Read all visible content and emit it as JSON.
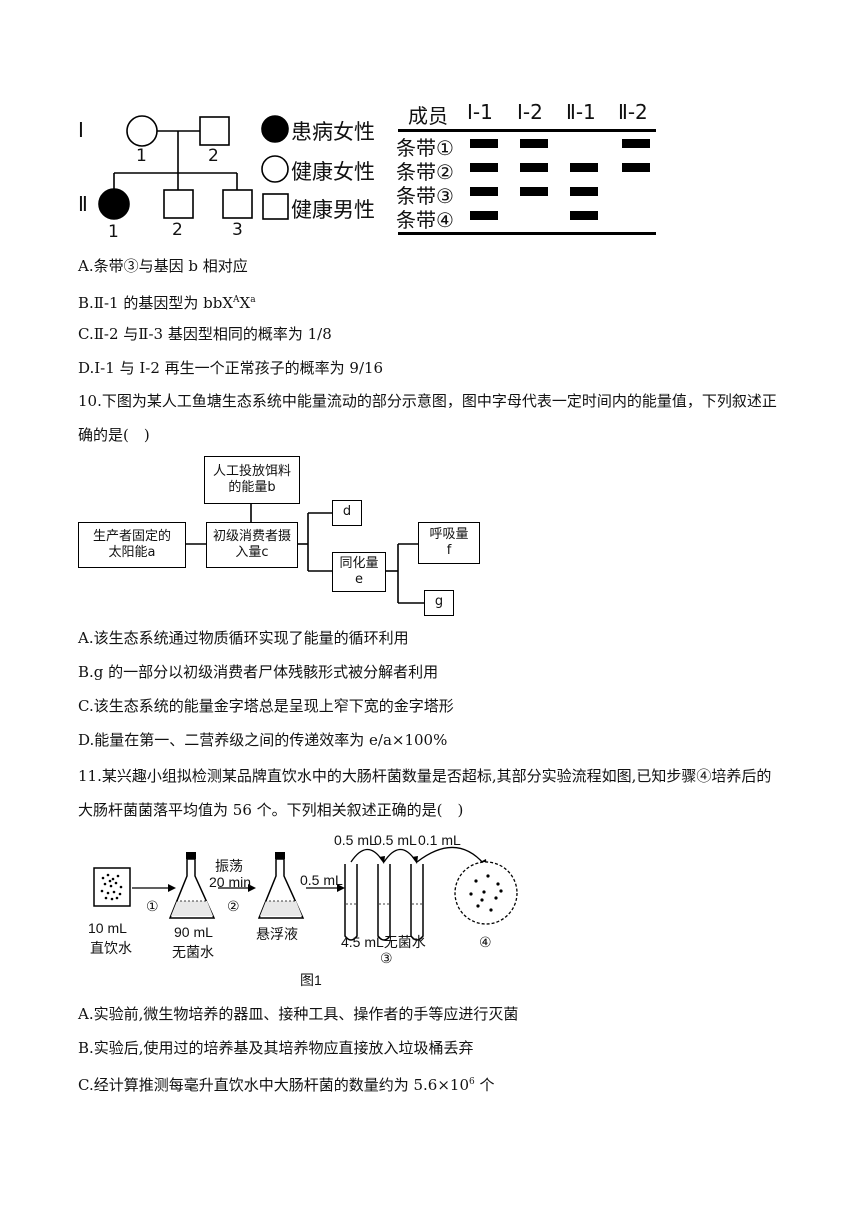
{
  "pedigree": {
    "gen1": "Ⅰ",
    "gen2": "Ⅱ",
    "num_I1": "1",
    "num_I2": "2",
    "num_II1": "1",
    "num_II2": "2",
    "num_II3": "3",
    "legend": [
      "患病女性",
      "健康女性",
      "健康男性"
    ]
  },
  "band_table": {
    "header_label": "成员",
    "members": [
      "Ⅰ-1",
      "Ⅰ-2",
      "Ⅱ-1",
      "Ⅱ-2"
    ],
    "rows": [
      {
        "label": "条带①",
        "present": [
          true,
          true,
          false,
          true
        ]
      },
      {
        "label": "条带②",
        "present": [
          true,
          true,
          true,
          true
        ]
      },
      {
        "label": "条带③",
        "present": [
          true,
          true,
          true,
          false
        ]
      },
      {
        "label": "条带④",
        "present": [
          true,
          false,
          true,
          false
        ]
      }
    ]
  },
  "q9": {
    "optA": "A.条带③与基因 b 相对应",
    "optB_pre": "B.Ⅱ-1 的基因型为 bbX",
    "optB_sup1": "A",
    "optB_mid": "X",
    "optB_sup2": "a",
    "optC": "C.Ⅱ-2 与Ⅱ-3 基因型相同的概率为 1/8",
    "optD": "D.I-1 与 I-2 再生一个正常孩子的概率为 9/16"
  },
  "q10": {
    "stem": "10.下图为某人工鱼塘生态系统中能量流动的部分示意图，图中字母代表一定时间内的能量值，下列叙述正确的是(　)",
    "diagram": {
      "b": "人工投放饵料的能量b",
      "a": "生产者固定的太阳能a",
      "c": "初级消费者摄入量c",
      "d": "d",
      "e_top": "同化量",
      "e_bot": "e",
      "f_top": "呼吸量",
      "f_bot": "f",
      "g": "g"
    },
    "optA": "A.该生态系统通过物质循环实现了能量的循环利用",
    "optB": "B.g 的一部分以初级消费者尸体残骸形式被分解者利用",
    "optC": "C.该生态系统的能量金字塔总是呈现上窄下宽的金字塔形",
    "optD": "D.能量在第一、二营养级之间的传递效率为 e/a×100%"
  },
  "q11": {
    "stem": "11.某兴趣小组拟检测某品牌直饮水中的大肠杆菌数量是否超标,其部分实验流程如图,已知步骤④培养后的大肠杆菌菌落平均值为 56 个。下列相关叙述正确的是(　)",
    "fig": {
      "water": "10 mL",
      "water2": "直饮水",
      "step1": "①",
      "flask_label1": "90 mL",
      "flask_label2": "无菌水",
      "shake1": "振荡",
      "shake2": "20 min",
      "step2": "②",
      "suspension": "悬浮液",
      "transfer": "0.5 mL",
      "t1": "0.5 mL",
      "t2": "0.5 mL",
      "t3": "0.1 mL",
      "tube_label": "4.5 mL无菌水",
      "step3": "③",
      "step4": "④",
      "caption": "图1"
    },
    "optA": "A.实验前,微生物培养的器皿、接种工具、操作者的手等应进行灭菌",
    "optB": "B.实验后,使用过的培养基及其培养物应直接放入垃圾桶丢弃",
    "optC_pre": "C.经计算推测每毫升直饮水中大肠杆菌的数量约为 5.6×10",
    "optC_sup": "6",
    "optC_post": " 个"
  }
}
